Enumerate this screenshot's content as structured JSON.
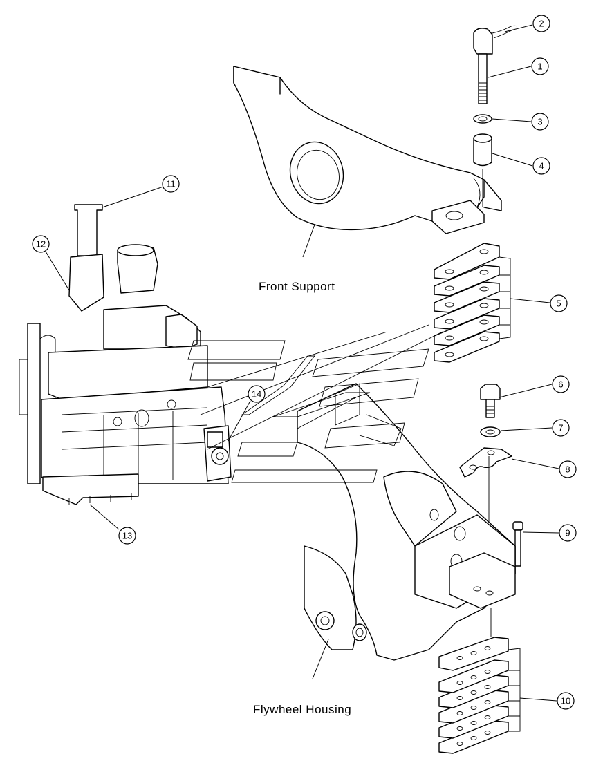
{
  "labels": {
    "front_support": "Front  Support",
    "flywheel_housing": "Flywheel  Housing"
  },
  "callouts": [
    "1",
    "2",
    "3",
    "4",
    "5",
    "6",
    "7",
    "8",
    "9",
    "10",
    "11",
    "12",
    "13",
    "14"
  ]
}
